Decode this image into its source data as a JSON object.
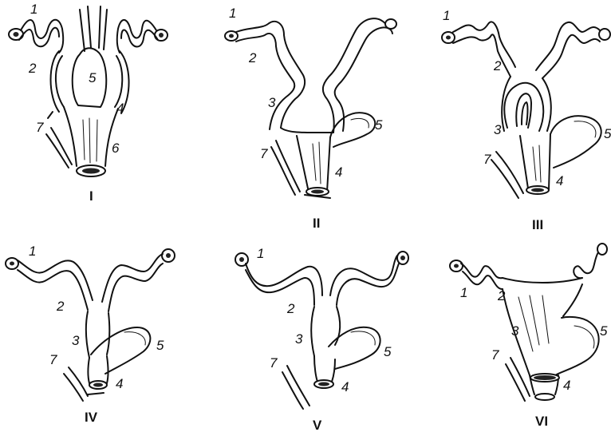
{
  "panels": [
    {
      "roman": "I",
      "labels": [
        "1",
        "2",
        "5",
        "4",
        "7",
        "6"
      ]
    },
    {
      "roman": "II",
      "labels": [
        "1",
        "2",
        "3",
        "5",
        "7",
        "4"
      ]
    },
    {
      "roman": "III",
      "labels": [
        "1",
        "2",
        "3",
        "5",
        "7",
        "4"
      ]
    },
    {
      "roman": "IV",
      "labels": [
        "1",
        "2",
        "3",
        "5",
        "7",
        "4"
      ]
    },
    {
      "roman": "V",
      "labels": [
        "1",
        "2",
        "3",
        "5",
        "7",
        "4"
      ]
    },
    {
      "roman": "VI",
      "labels": [
        "1",
        "2",
        "3",
        "5",
        "7",
        "4"
      ]
    }
  ]
}
